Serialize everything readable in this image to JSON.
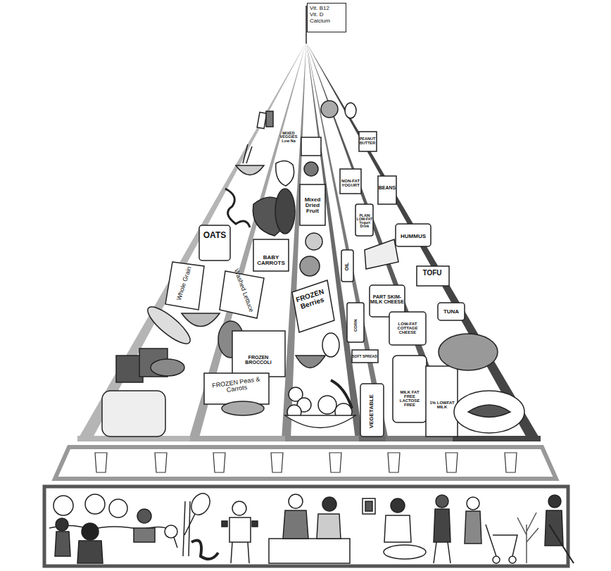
{
  "diagram": {
    "nodes": [
      {
        "text": [
          "Vit. B12",
          "Vit. D",
          "Calcium"
        ]
      }
    ],
    "labels": [
      "MIXED VEGGIES Low Na",
      "PEANUT BUTTER",
      "NON-FAT YOGURT",
      "BEANS",
      "Mixed Dried Fruit",
      "OATS",
      "PLAIN LOW-FAT Yogurt Drink",
      "HUMMUS",
      "BABY CARROTS",
      "Whole Grain",
      "OIL",
      "TOFU",
      "Washed Lettuce",
      "FROZEN Berries",
      "PART SKIM-MILK CHEESE",
      "TUNA",
      "CORN",
      "LOW-FAT COTTAGE CHEESE",
      "SOFT SPREAD",
      "FROZEN BROCCOLI",
      "FROZEN Peas & Carrots",
      "VEGETABLE",
      "MILK FAT FREE LACTOSE FREE",
      "1% LOWFAT MILK"
    ]
  }
}
